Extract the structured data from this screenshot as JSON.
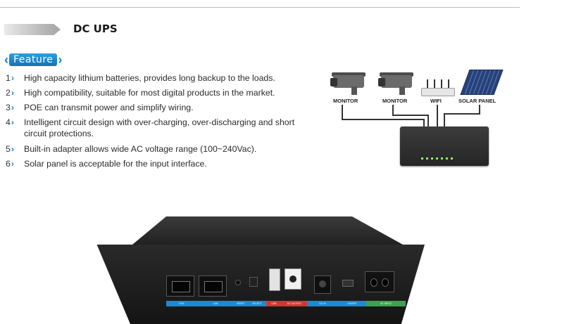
{
  "header": {
    "title": "DC UPS",
    "section_label": "Feature"
  },
  "features": [
    {
      "num": "1",
      "text": "High capacity lithium batteries, provides long backup to the loads."
    },
    {
      "num": "2",
      "text": "High compatibility, suitable for most digital products in the market."
    },
    {
      "num": "3",
      "text": "POE can transmit power and simplify wiring."
    },
    {
      "num": "4",
      "text": "Intelligent circuit design with over-charging, over-discharging and short circuit protections."
    },
    {
      "num": "5",
      "text": "Built-in adapter allows wide AC voltage range (100~240Vac)."
    },
    {
      "num": "6",
      "text": "Solar panel is acceptable for the input interface."
    }
  ],
  "diagram": {
    "labels": [
      "MONITOR",
      "MONITOR",
      "WIFI",
      "SOLAR PANEL"
    ]
  },
  "device": {
    "port_labels": [
      "POE",
      "LAN",
      "RESET",
      "SELECT",
      "USB",
      "DC OUTPUT",
      "DC IN",
      "ON/OFF",
      "AC INPUT"
    ]
  },
  "colors": {
    "accent_blue": "#1a8ad4",
    "accent_red": "#d1372e",
    "accent_green": "#3aa44a"
  }
}
